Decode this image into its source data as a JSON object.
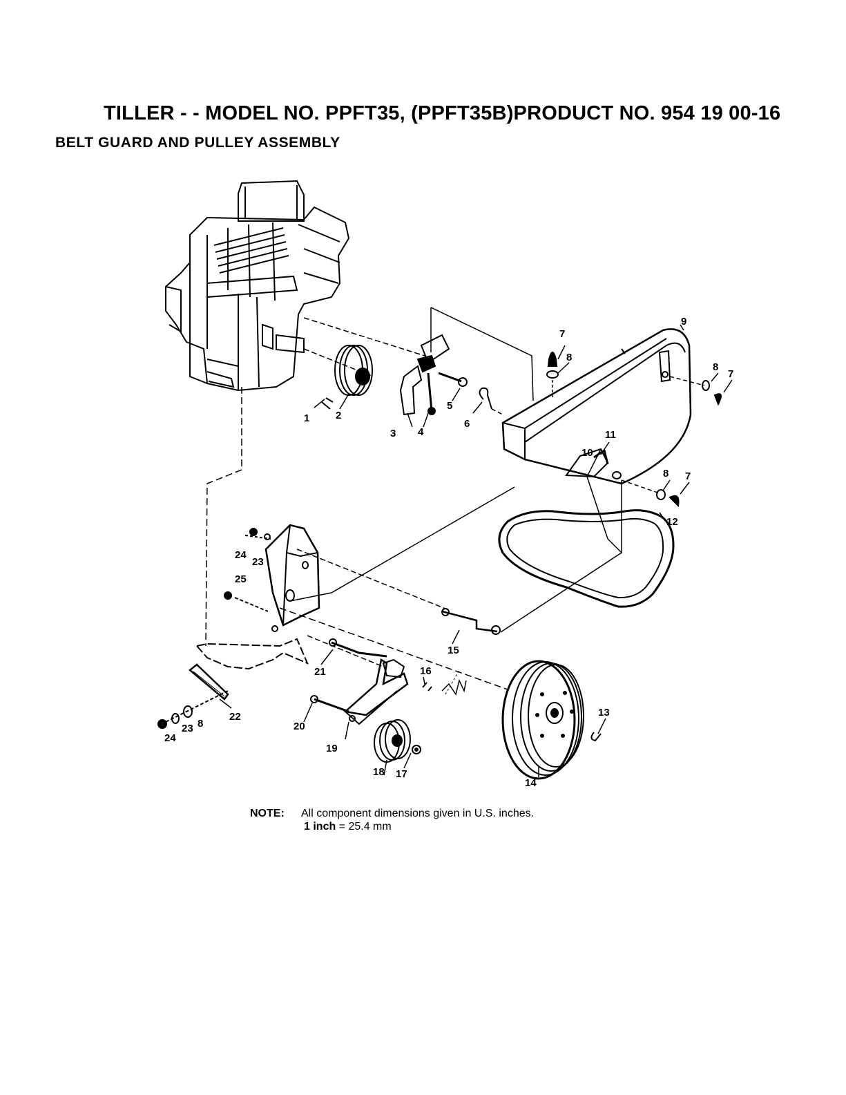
{
  "header": {
    "title": "TILLER - - MODEL NO. PPFT35, (PPFT35B)PRODUCT NO. 954 19 00-16",
    "subtitle": "BELT GUARD AND PULLEY ASSEMBLY"
  },
  "diagram": {
    "callouts": [
      "1",
      "2",
      "3",
      "4",
      "5",
      "6",
      "7",
      "8",
      "9",
      "7",
      "8",
      "8",
      "7",
      "11",
      "10",
      "12",
      "24",
      "23",
      "25",
      "15",
      "21",
      "16",
      "13",
      "22",
      "8",
      "23",
      "24",
      "20",
      "19",
      "18",
      "17",
      "14"
    ],
    "parts": [
      "engine",
      "engine-pulley",
      "bracket",
      "bolt",
      "bolt",
      "hook",
      "wing-nut",
      "washer",
      "belt-guard",
      "belt",
      "tension-bracket",
      "idler-arm",
      "idler-pulley",
      "transmission-pulley",
      "rod",
      "clutch-rod",
      "spring",
      "plate"
    ]
  },
  "note": {
    "label": "NOTE:",
    "line1": "All component dimensions given in U.S. inches.",
    "line2_prefix": "1 inch",
    "line2_rest": " = 25.4 mm"
  }
}
